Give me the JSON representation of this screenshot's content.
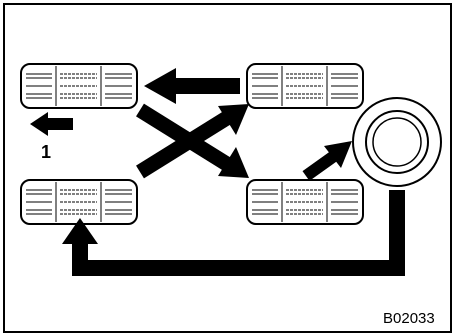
{
  "diagram": {
    "figure_code": "B02033",
    "direction_label": "1",
    "colors": {
      "stroke": "#000000",
      "tire_fill": "#ffffff",
      "background": "#ffffff"
    },
    "tires": [
      {
        "id": "front-left"
      },
      {
        "id": "rear-left"
      },
      {
        "id": "front-right"
      },
      {
        "id": "rear-right"
      }
    ],
    "spare": {
      "id": "spare-tire"
    },
    "arrows": [
      {
        "id": "front-right-to-front-left"
      },
      {
        "id": "rear-left-to-front-right"
      },
      {
        "id": "front-left-to-rear-right"
      },
      {
        "id": "spare-to-front-right"
      },
      {
        "id": "spare-loop-to-rear-left"
      },
      {
        "id": "forward-direction"
      }
    ]
  }
}
